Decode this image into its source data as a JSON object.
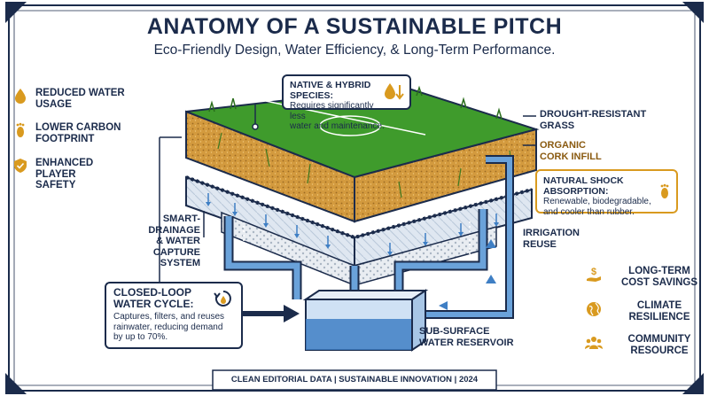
{
  "header": {
    "title": "ANATOMY OF A SUSTAINABLE PITCH",
    "subtitle": "Eco-Friendly Design, Water Efficiency, & Long-Term Performance."
  },
  "left_benefits": [
    {
      "label": "REDUCED WATER\nUSAGE",
      "icon": "water-drop-icon"
    },
    {
      "label": "LOWER CARBON\nFOOTPRINT",
      "icon": "footprint-icon"
    },
    {
      "label": "ENHANCED PLAYER\nSAFETY",
      "icon": "shield-check-icon"
    }
  ],
  "right_benefits": [
    {
      "label": "LONG-TERM\nCOST SAVINGS",
      "icon": "money-hand-icon"
    },
    {
      "label": "CLIMATE\nRESILIENCE",
      "icon": "globe-icon"
    },
    {
      "label": "COMMUNITY\nRESOURCE",
      "icon": "people-icon"
    }
  ],
  "callouts": {
    "species": {
      "title": "NATIVE & HYBRID SPECIES:",
      "desc": "Requires significantly less\nwater and maintenance."
    },
    "shock": {
      "title": "NATURAL SHOCK ABSORPTION:",
      "desc": "Renewable, biodegradable,\nand cooler than rubber."
    },
    "cycle": {
      "title": "CLOSED-LOOP\nWATER CYCLE:",
      "desc": "Captures, filters, and reuses\nrainwater, reducing demand\nby up to 70%."
    }
  },
  "labels": {
    "grass": "DROUGHT-RESISTANT\nGRASS",
    "cork": "ORGANIC\nCORK INFILL",
    "drainage": "SMART-DRAINAGE\n& WATER CAPTURE\nSYSTEM",
    "irrigation": "IRRIGATION\nREUSE",
    "reservoir": "SUB-SURFACE\nWATER RESERVOIR"
  },
  "footer": "CLEAN EDITORIAL DATA | SUSTAINABLE INNOVATION | 2024",
  "colors": {
    "navy": "#1b2b4b",
    "gold": "#d99a1f",
    "grass": "#3f9b2c",
    "cork": "#d39a3e",
    "water": "#3f7fc4"
  }
}
